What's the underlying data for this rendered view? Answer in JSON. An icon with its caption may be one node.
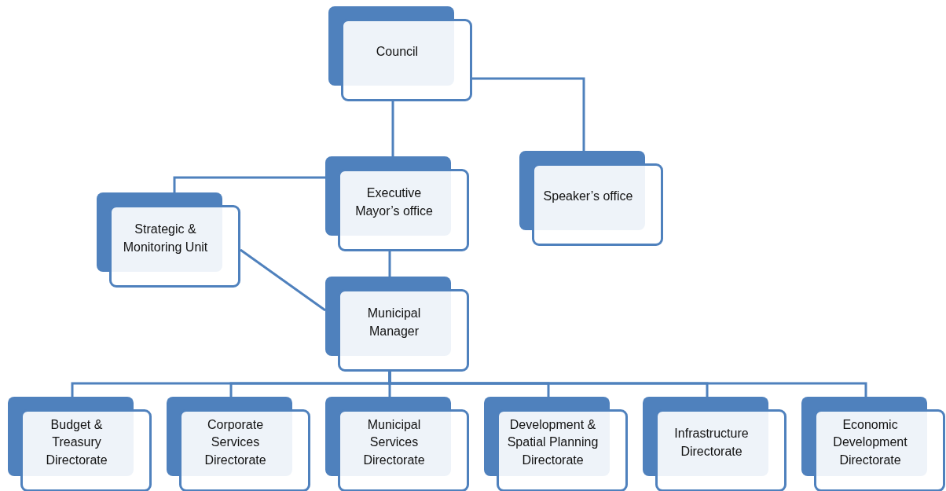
{
  "diagram": {
    "nodes": [
      {
        "text": [
          "Council"
        ]
      },
      {
        "text": [
          "Executive Mayor’s office"
        ]
      },
      {
        "text": [
          "Speaker’s office"
        ]
      },
      {
        "text": [
          "Strategic & Monitoring Unit"
        ]
      },
      {
        "text": [
          "Municipal Manager"
        ]
      },
      {
        "text": [
          "Budget & Treasury Directorate"
        ]
      },
      {
        "text": [
          "Corporate Services Directorate"
        ]
      },
      {
        "text": [
          "Municipal Services Directorate"
        ]
      },
      {
        "text": [
          "Development & Spatial Planning Directorate"
        ]
      },
      {
        "text": [
          "Infrastructure Directorate"
        ]
      },
      {
        "text": [
          "Economic Development Directorate"
        ]
      }
    ],
    "edges": [
      {
        "from": 0,
        "to": 1,
        "arrow": "none"
      },
      {
        "from": 0,
        "to": 2,
        "arrow": "none"
      },
      {
        "from": 1,
        "to": 3,
        "arrow": "none"
      },
      {
        "from": 1,
        "to": 4,
        "arrow": "none"
      },
      {
        "from": 3,
        "to": 4,
        "arrow": "none"
      },
      {
        "from": 4,
        "to": 5,
        "arrow": "none"
      },
      {
        "from": 4,
        "to": 6,
        "arrow": "none"
      },
      {
        "from": 4,
        "to": 7,
        "arrow": "none"
      },
      {
        "from": 4,
        "to": 8,
        "arrow": "none"
      },
      {
        "from": 4,
        "to": 9,
        "arrow": "none"
      },
      {
        "from": 4,
        "to": 10,
        "arrow": "none"
      }
    ]
  }
}
